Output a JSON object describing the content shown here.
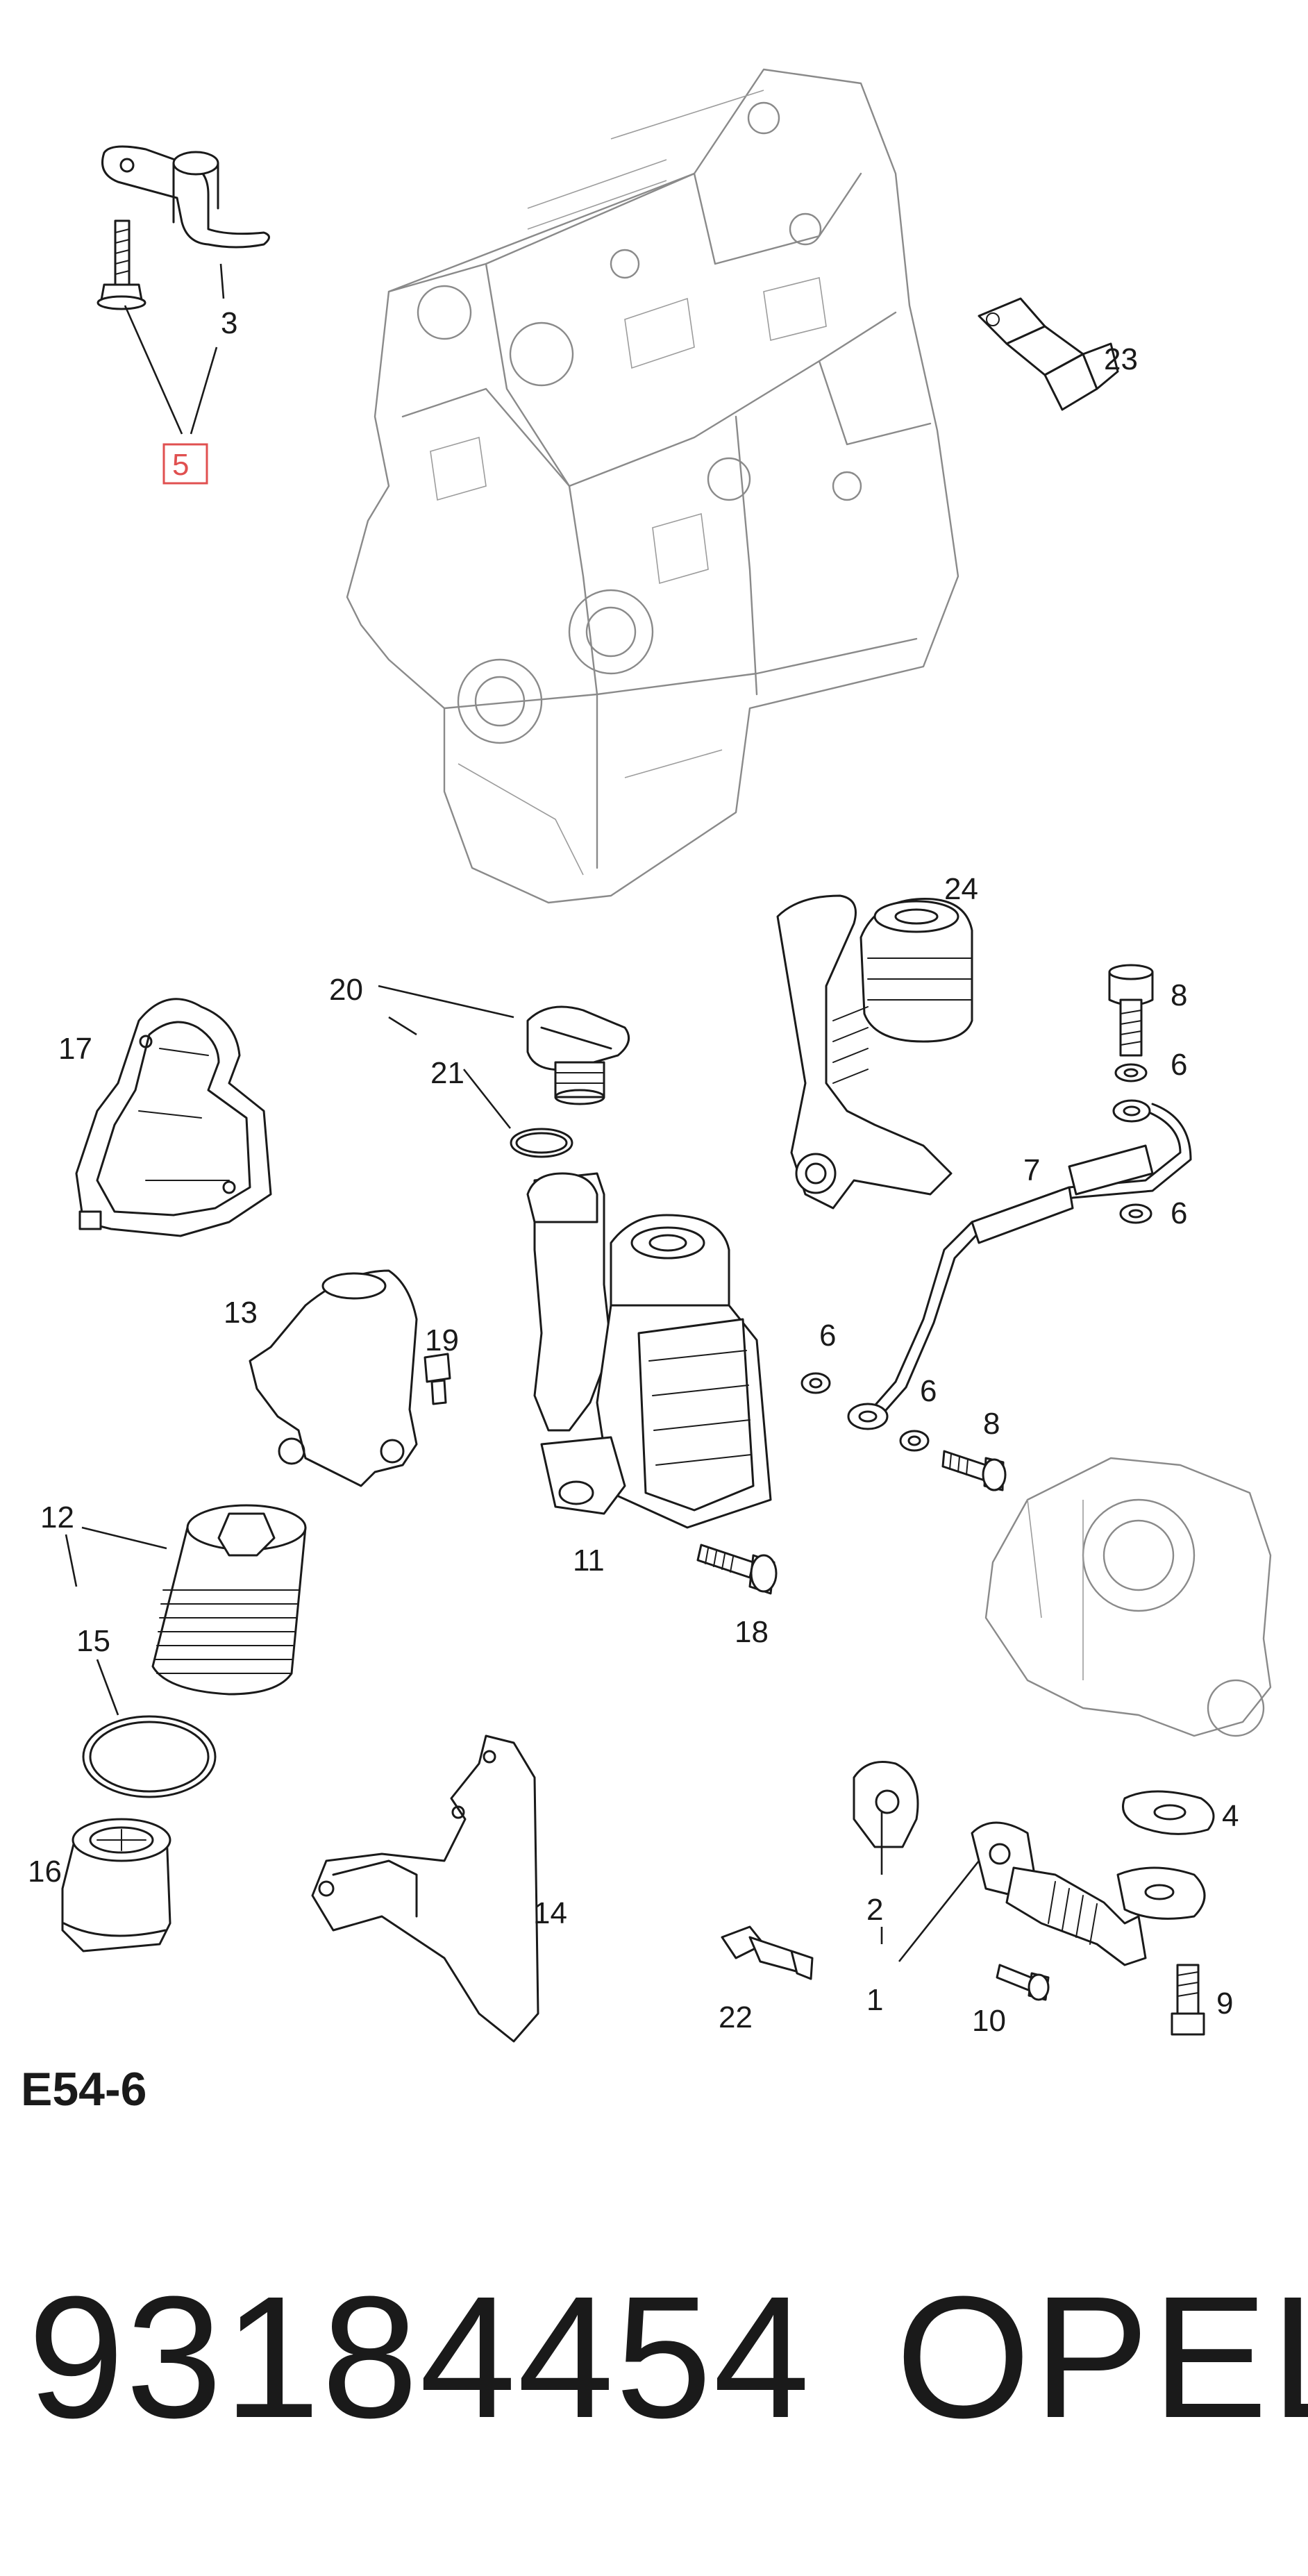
{
  "figure_code": "E54-6",
  "part_number": "93184454",
  "brand": "OPEL",
  "highlight_color": "#e05050",
  "callouts": {
    "c1": "1",
    "c2": "2",
    "c3": "3",
    "c4": "4",
    "c5": "5",
    "c6a": "6",
    "c6b": "6",
    "c6c": "6",
    "c6d": "6",
    "c7": "7",
    "c8a": "8",
    "c8b": "8",
    "c9": "9",
    "c10": "10",
    "c11": "11",
    "c12": "12",
    "c13": "13",
    "c14": "14",
    "c15": "15",
    "c16": "16",
    "c17": "17",
    "c18": "18",
    "c19": "19",
    "c20": "20",
    "c21": "21",
    "c22": "22",
    "c23": "23",
    "c24": "24"
  },
  "highlighted_callout": "5"
}
